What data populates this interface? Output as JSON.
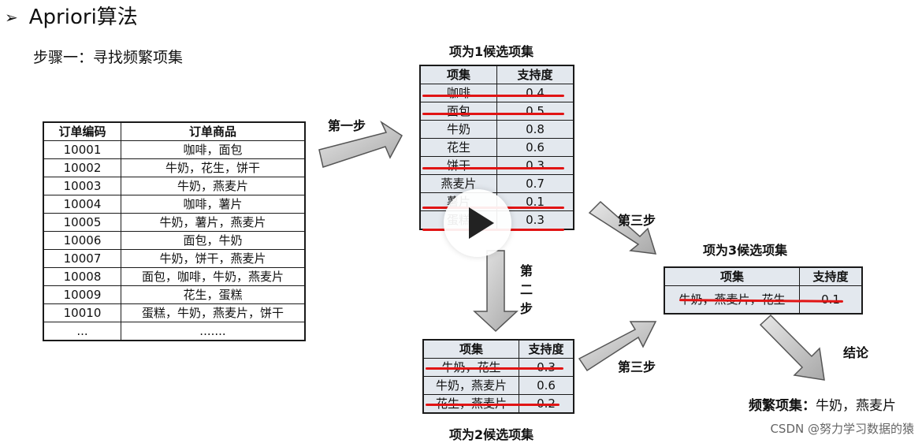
{
  "header": {
    "bullet": "➢",
    "title": "Apriori算法"
  },
  "subtitle": "步骤一：寻找频繁项集",
  "orders": {
    "headers": [
      "订单编码",
      "订单商品"
    ],
    "rows": [
      [
        "10001",
        "咖啡，面包"
      ],
      [
        "10002",
        "牛奶，花生，饼干"
      ],
      [
        "10003",
        "牛奶，燕麦片"
      ],
      [
        "10004",
        "咖啡，薯片"
      ],
      [
        "10005",
        "牛奶，薯片，燕麦片"
      ],
      [
        "10006",
        "面包，牛奶"
      ],
      [
        "10007",
        "牛奶，饼干，燕麦片"
      ],
      [
        "10008",
        "面包，咖啡，牛奶，燕麦片"
      ],
      [
        "10009",
        "花生，蛋糕"
      ],
      [
        "10010",
        "蛋糕，牛奶，燕麦片，饼干"
      ],
      [
        "...",
        "......."
      ]
    ]
  },
  "step_labels": {
    "step1": "第一步",
    "step2": [
      "第",
      "二",
      "步"
    ],
    "step3a": "第三步",
    "step3b": "第三步",
    "conclusion": "结论"
  },
  "c1": {
    "title": "项为1候选项集",
    "headers": [
      "项集",
      "支持度"
    ],
    "rows": [
      [
        "咖啡",
        "0.4"
      ],
      [
        "面包",
        "0.5"
      ],
      [
        "牛奶",
        "0.8"
      ],
      [
        "花生",
        "0.6"
      ],
      [
        "饼干",
        "0.3"
      ],
      [
        "燕麦片",
        "0.7"
      ],
      [
        "薯片",
        "0.1"
      ],
      [
        "蛋糕",
        "0.3"
      ]
    ]
  },
  "c2": {
    "title": "项为2候选项集",
    "headers": [
      "项集",
      "支持度"
    ],
    "rows": [
      [
        "牛奶，花生",
        "0.3"
      ],
      [
        "牛奶，燕麦片",
        "0.6"
      ],
      [
        "花生，燕麦片",
        "0.2"
      ]
    ]
  },
  "c3": {
    "title": "项为3候选项集",
    "headers": [
      "项集",
      "支持度"
    ],
    "rows": [
      [
        "牛奶，燕麦片，花生",
        "0.1"
      ]
    ]
  },
  "result": {
    "label": "频繁项集：",
    "value": "牛奶，燕麦片"
  },
  "watermark": "CSDN @努力学习数据的猿",
  "colors": {
    "strike": "#e11414",
    "shade": "#e3e8ee",
    "arrow": "#cfcfcf"
  }
}
